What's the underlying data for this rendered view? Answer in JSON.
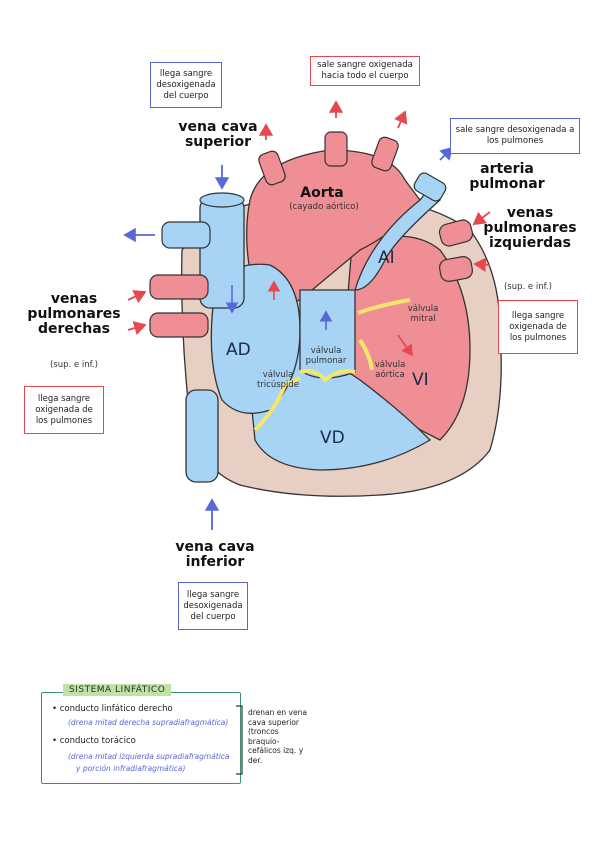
{
  "notes": {
    "top_left": "llega sangre desoxigenada del cuerpo",
    "top_center": "sale sangre oxigenada hacia todo el cuerpo",
    "top_right": "sale sangre desoxigenada a los pulmones",
    "right": "llega sangre oxigenada de los pulmones",
    "left": "llega sangre oxigenada de los pulmones",
    "bottom": "llega sangre desoxigenada del cuerpo"
  },
  "labels": {
    "vena_cava_superior": "vena cava superior",
    "arteria_pulmonar": "arteria pulmonar",
    "venas_pulm_izq": "venas pulmonares izquierdas",
    "venas_pulm_izq_sub": "(sup. e inf.)",
    "venas_pulm_der": "venas pulmonares derechas",
    "venas_pulm_der_sub": "(sup. e inf.)",
    "vena_cava_inferior": "vena cava inferior",
    "aorta": "Aorta",
    "aorta_sub": "(cayado aórtico)",
    "valvula_mitral": "válvula mitral",
    "valvula_pulmonar": "válvula pulmonar",
    "valvula_tricuspide": "válvula tricúspide",
    "valvula_aortica": "válvula aórtica"
  },
  "chambers": {
    "ai": "AI",
    "ad": "AD",
    "vi": "VI",
    "vd": "VD"
  },
  "lymph": {
    "title": "SISTEMA LINFÁTICO",
    "item1": "conducto linfático derecho",
    "item1_sub": "(drena mitad derecha supradiafragmática)",
    "item2": "conducto torácico",
    "item2_sub_a": "(drena mitad izquierda supradiafragmática",
    "item2_sub_b": "y porción infradiafragmática)",
    "side": "drenan en vena cava superior (troncos braquio-cefálicos izq. y der."
  },
  "colors": {
    "red": "#ef8e94",
    "blue": "#a7d3f5",
    "pericardium": "#e8cfc3",
    "valve": "#f4e66b"
  }
}
